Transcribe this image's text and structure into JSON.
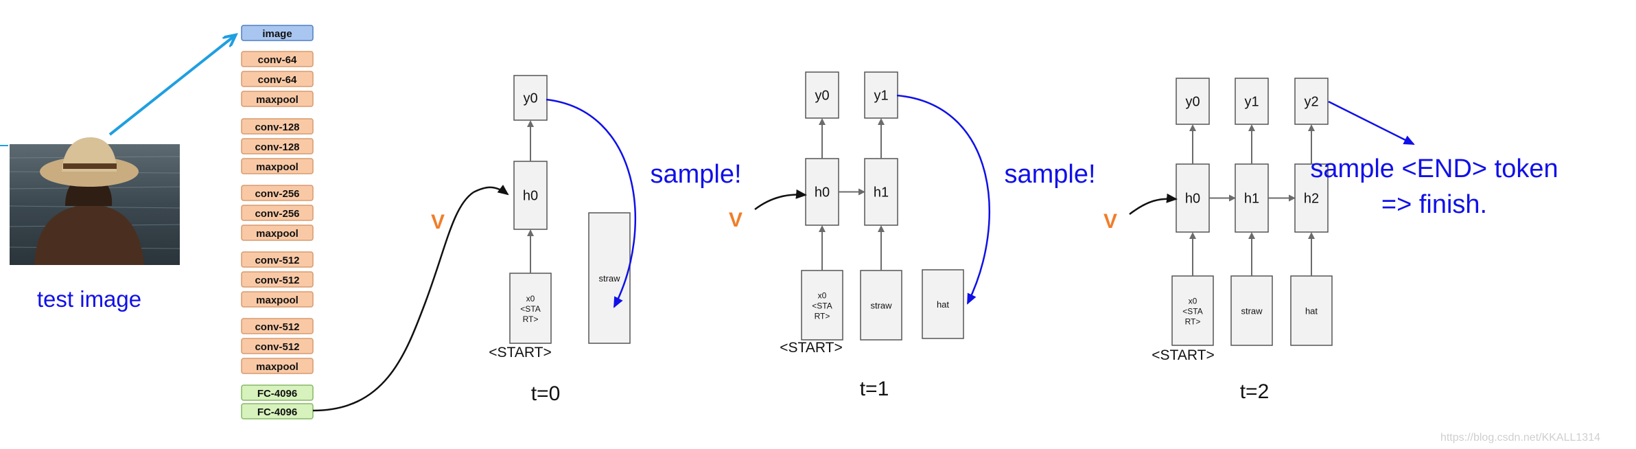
{
  "cnn": {
    "layers": [
      {
        "label": "image",
        "kind": "input"
      },
      {
        "label": "conv-64",
        "kind": "conv"
      },
      {
        "label": "conv-64",
        "kind": "conv"
      },
      {
        "label": "maxpool",
        "kind": "conv"
      },
      {
        "label": "conv-128",
        "kind": "conv"
      },
      {
        "label": "conv-128",
        "kind": "conv"
      },
      {
        "label": "maxpool",
        "kind": "conv"
      },
      {
        "label": "conv-256",
        "kind": "conv"
      },
      {
        "label": "conv-256",
        "kind": "conv"
      },
      {
        "label": "maxpool",
        "kind": "conv"
      },
      {
        "label": "conv-512",
        "kind": "conv"
      },
      {
        "label": "conv-512",
        "kind": "conv"
      },
      {
        "label": "maxpool",
        "kind": "conv"
      },
      {
        "label": "conv-512",
        "kind": "conv"
      },
      {
        "label": "conv-512",
        "kind": "conv"
      },
      {
        "label": "maxpool",
        "kind": "conv"
      },
      {
        "label": "FC-4096",
        "kind": "fc"
      },
      {
        "label": "FC-4096",
        "kind": "fc"
      }
    ]
  },
  "test_image_label": "test image",
  "v_label": "V",
  "steps": [
    {
      "time_label": "t=0",
      "y": [
        "y0"
      ],
      "h": [
        "h0"
      ],
      "x": [
        [
          "x0",
          "<STA",
          "RT>"
        ]
      ],
      "sampled": [
        "straw"
      ],
      "start_label": "<START>",
      "sample_text": [
        "sample!"
      ]
    },
    {
      "time_label": "t=1",
      "y": [
        "y0",
        "y1"
      ],
      "h": [
        "h0",
        "h1"
      ],
      "x": [
        [
          "x0",
          "<STA",
          "RT>"
        ],
        [
          "straw"
        ]
      ],
      "sampled": [
        "hat"
      ],
      "start_label": "<START>",
      "sample_text": [
        "sample!"
      ]
    },
    {
      "time_label": "t=2",
      "y": [
        "y0",
        "y1",
        "y2"
      ],
      "h": [
        "h0",
        "h1",
        "h2"
      ],
      "x": [
        [
          "x0",
          "<STA",
          "RT>"
        ],
        [
          "straw"
        ],
        [
          "hat"
        ]
      ],
      "sampled": [],
      "start_label": "<START>",
      "sample_text": [
        "sample <END> token",
        "=> finish."
      ]
    }
  ],
  "watermark": "https://blog.csdn.net/KKALL1314",
  "colors": {
    "blue_text": "#1010e8",
    "blue_arrow": "#1f9fe0",
    "orange": "#f07d2a",
    "input_fill": "#a9c6f0",
    "conv_fill": "#f9c9a6",
    "fc_fill": "#d7f2bd",
    "box_fill": "#f2f2f2",
    "box_stroke": "#555555",
    "gray_arrow": "#6b6b6b"
  }
}
